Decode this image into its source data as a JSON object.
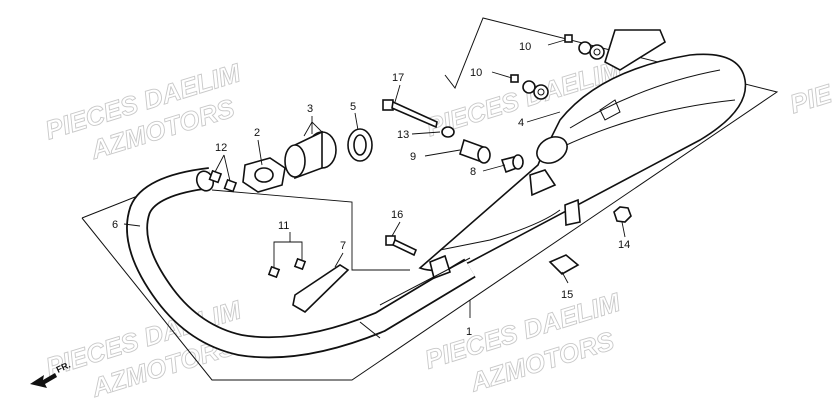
{
  "watermark": {
    "line1": "PIECES DAELIM",
    "line2": "AZMOTORS"
  },
  "direction_label": "FR.",
  "callouts": [
    "1",
    "2",
    "3",
    "4",
    "5",
    "6",
    "7",
    "8",
    "9",
    "10",
    "10",
    "11",
    "12",
    "13",
    "14",
    "15",
    "16",
    "17"
  ]
}
